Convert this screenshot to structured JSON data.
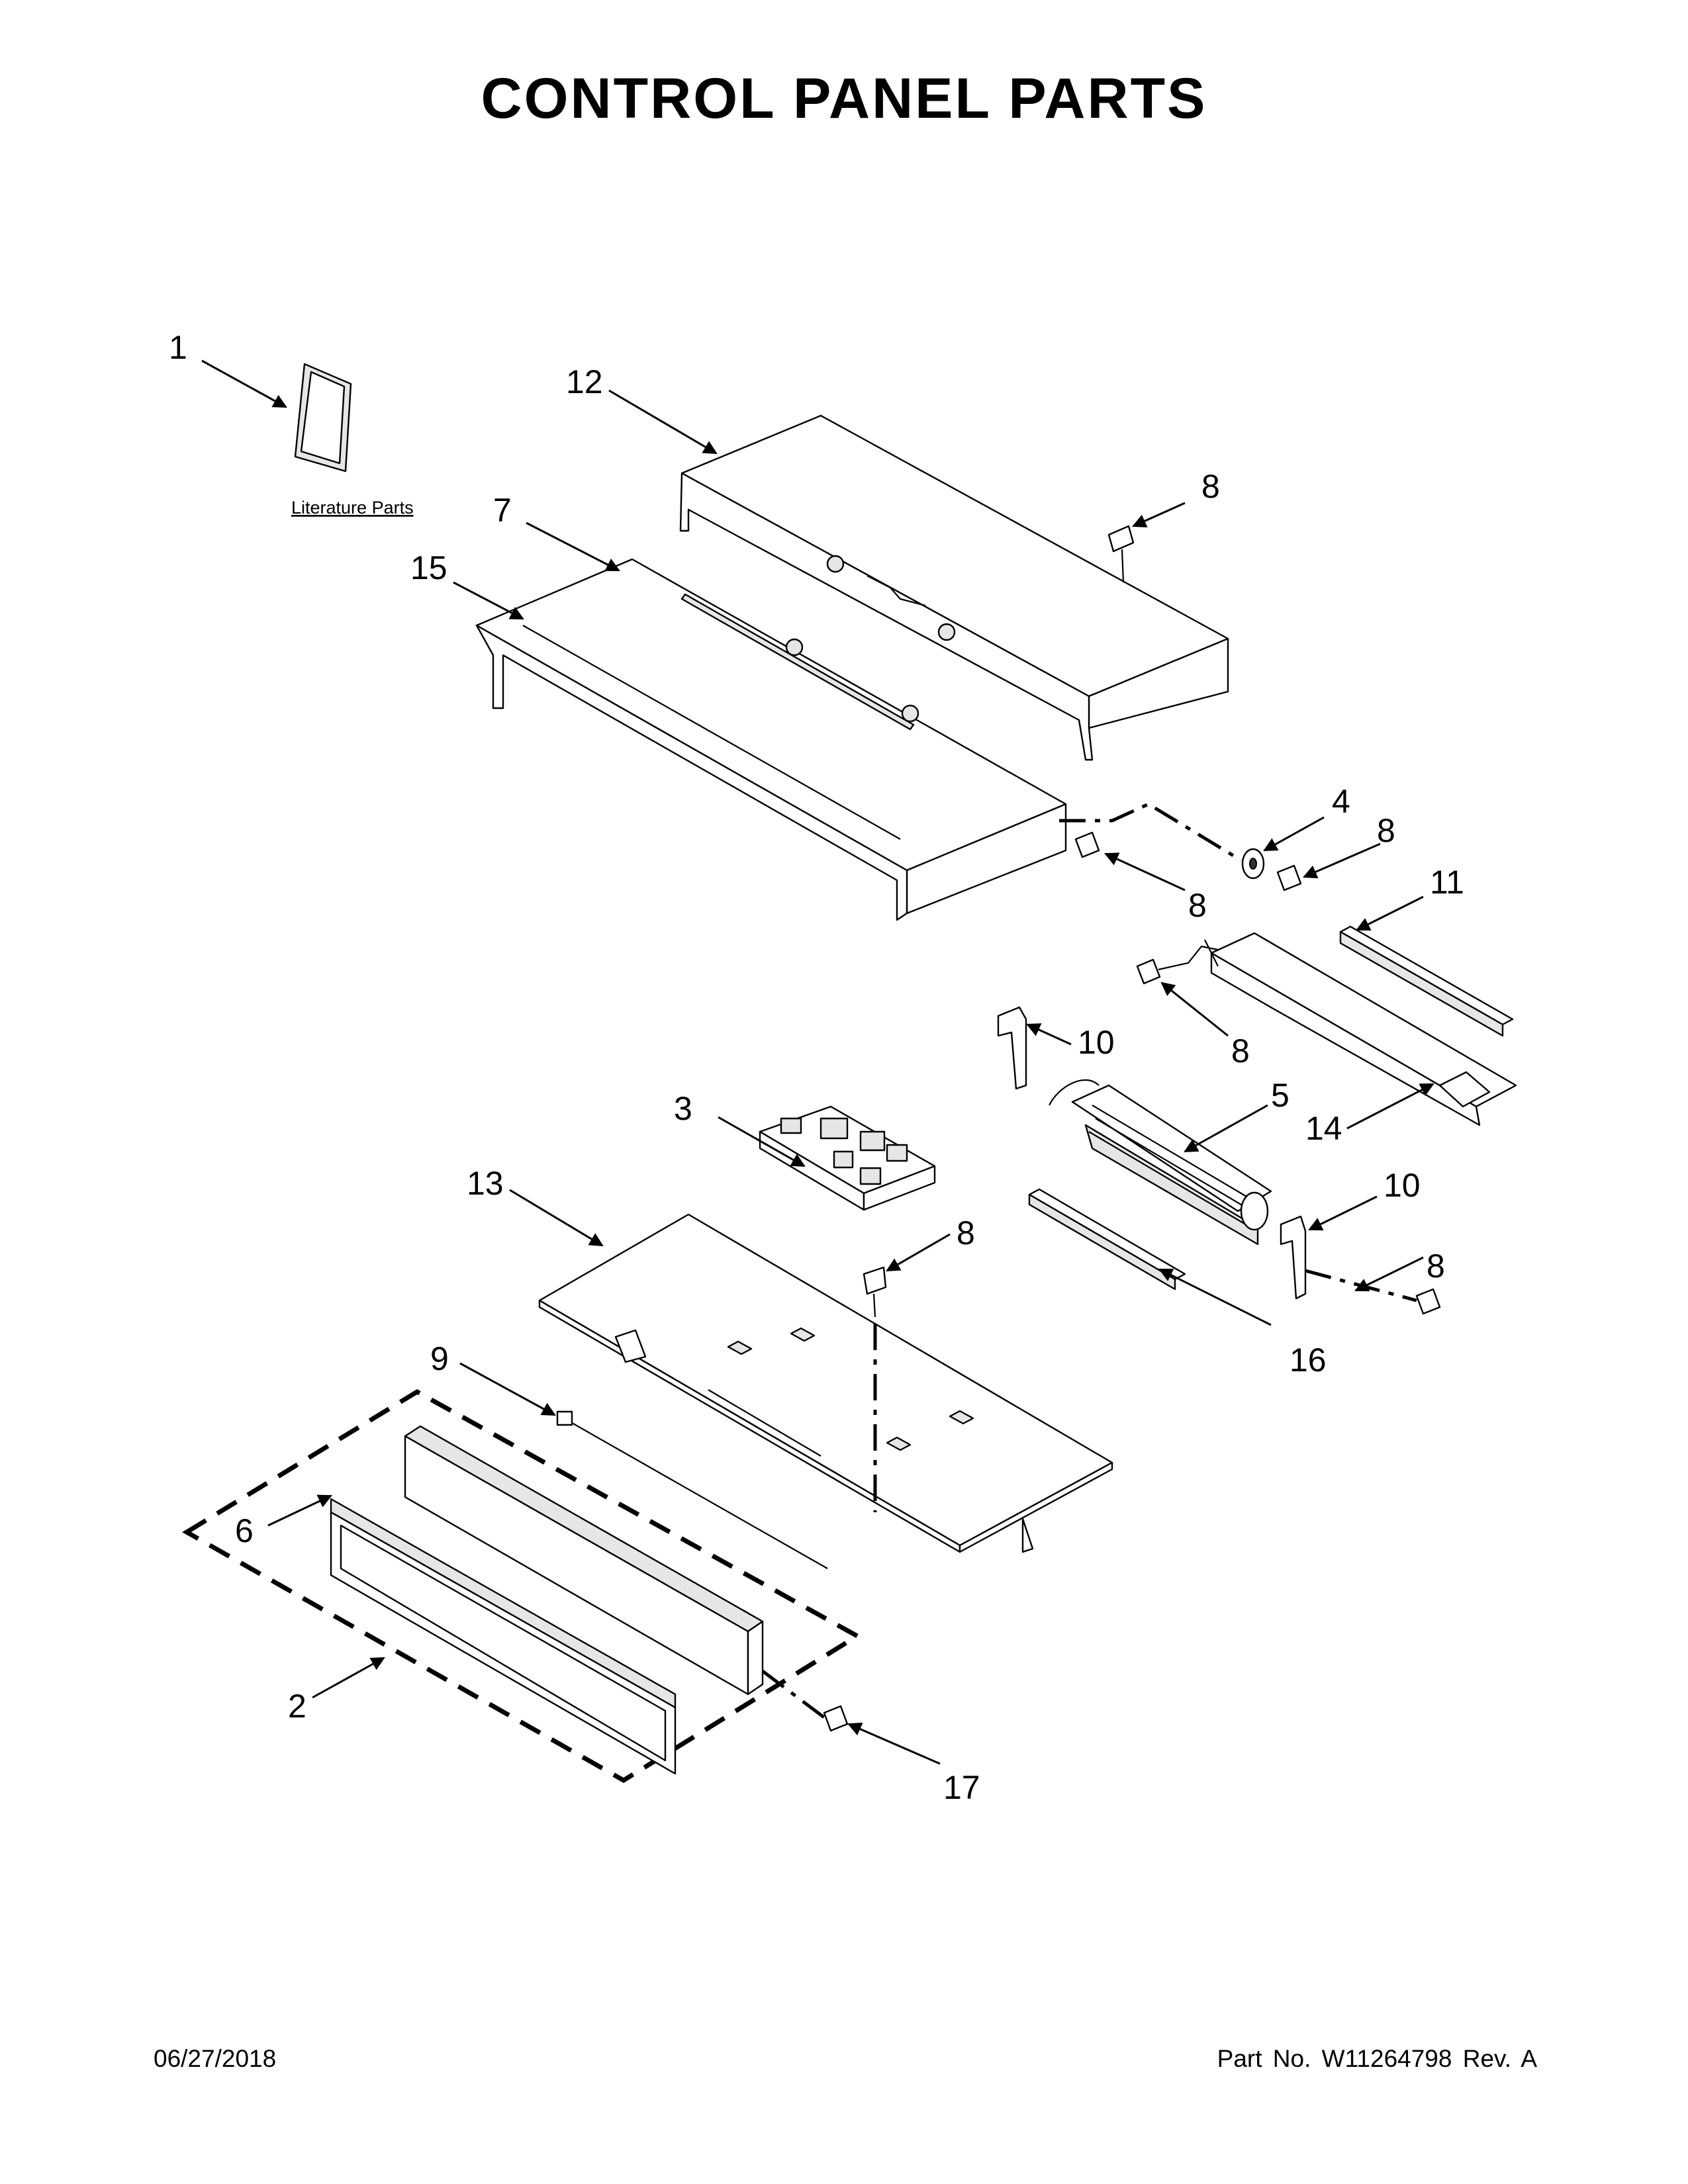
{
  "title": "CONTROL PANEL PARTS",
  "literature_label": "Literature Parts",
  "callouts": {
    "c1": "1",
    "c2": "2",
    "c3": "3",
    "c4": "4",
    "c5": "5",
    "c6": "6",
    "c7": "7",
    "c8a": "8",
    "c8b": "8",
    "c8c": "8",
    "c8d": "8",
    "c8e": "8",
    "c8f": "8",
    "c9": "9",
    "c10a": "10",
    "c10b": "10",
    "c11": "11",
    "c12": "12",
    "c13": "13",
    "c14": "14",
    "c15": "15",
    "c16": "16",
    "c17": "17"
  },
  "footer": {
    "date": "06/27/2018",
    "part_number": "Part No.  W11264798  Rev.  A"
  }
}
